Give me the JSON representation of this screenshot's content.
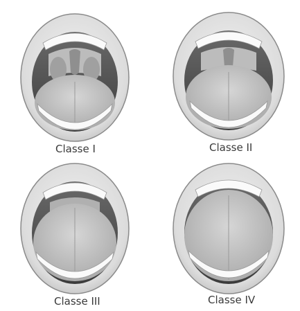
{
  "panels": [
    {
      "label": "Classe I"
    },
    {
      "label": "Classe II"
    },
    {
      "label": "Classe III"
    },
    {
      "label": "Classe IV"
    }
  ],
  "colors": {
    "lip": "#e6e6e6",
    "lip_stroke": "#8a8a8a",
    "cavity": "#4a4a4a",
    "tongue": "#c4c4c4",
    "teeth": "#fafafa",
    "palate": "#9a9a9a",
    "text": "#3a3a3a"
  }
}
